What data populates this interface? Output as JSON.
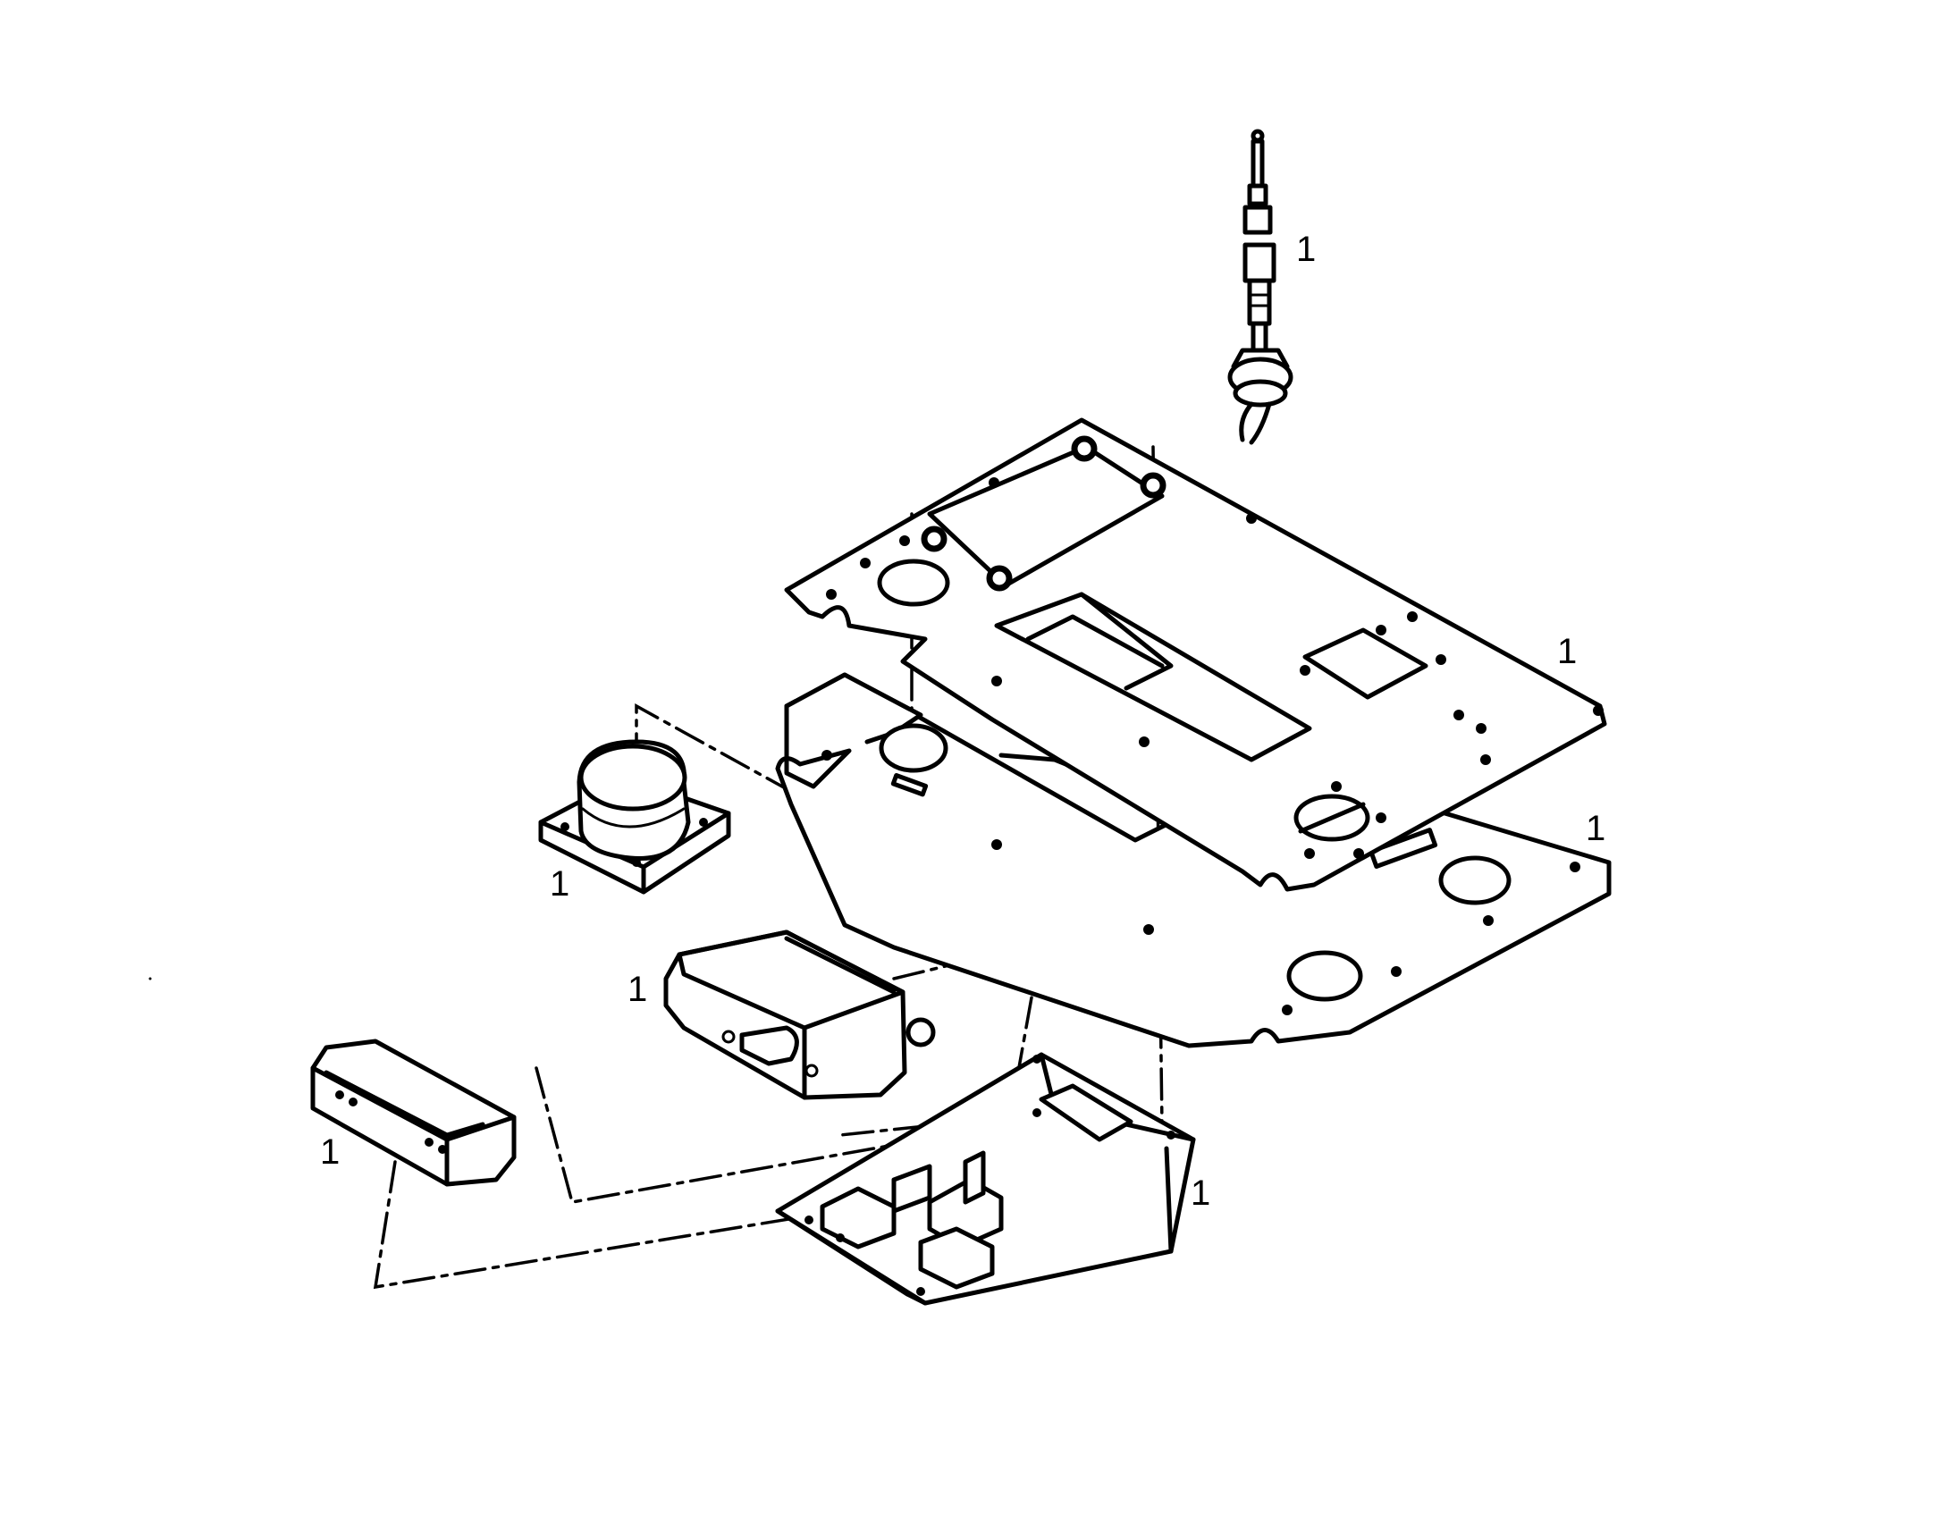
{
  "callouts": {
    "antenna": "1",
    "upper_plate": "1",
    "lower_plate": "1",
    "round_mount": "1",
    "large_box": "1",
    "small_box": "1",
    "bracket_tray": "1"
  },
  "colors": {
    "line": "#000000",
    "background": "#ffffff"
  }
}
